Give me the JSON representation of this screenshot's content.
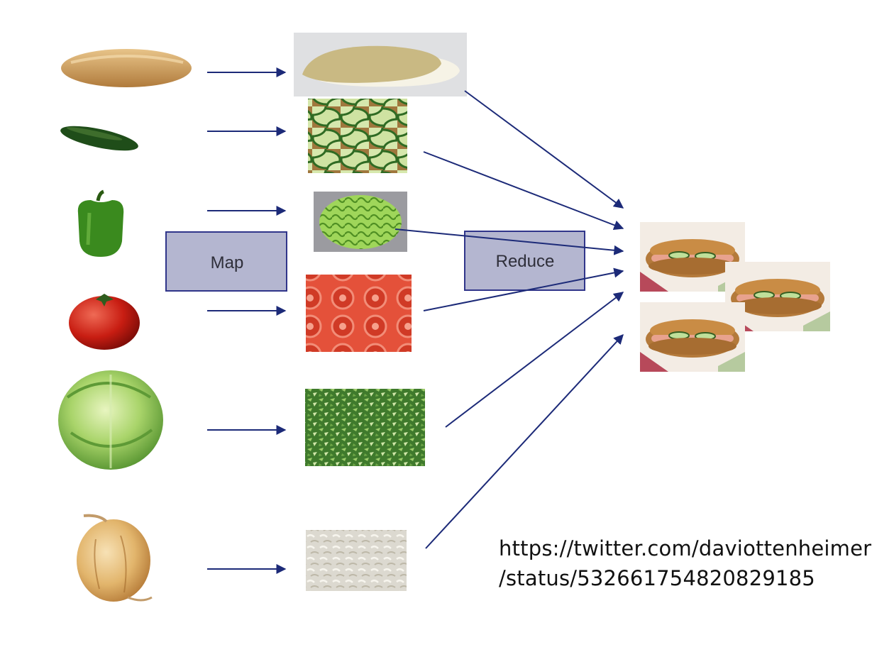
{
  "diagram": {
    "map_label": "Map",
    "reduce_label": "Reduce",
    "ingredients": [
      {
        "name": "bread",
        "prepared": "sliced bread"
      },
      {
        "name": "cucumber",
        "prepared": "sliced cucumber"
      },
      {
        "name": "green pepper",
        "prepared": "sliced green pepper"
      },
      {
        "name": "tomato",
        "prepared": "sliced tomato"
      },
      {
        "name": "lettuce",
        "prepared": "shredded lettuce"
      },
      {
        "name": "onion",
        "prepared": "chopped onion"
      }
    ],
    "output": "sandwiches"
  },
  "caption": {
    "line1": "https://twitter.com/daviottenheimer",
    "line2": "/status/532661754820829185"
  },
  "colors": {
    "arrow": "#1c2a78",
    "box_fill": "#b4b6d0",
    "box_stroke": "#30358a"
  }
}
